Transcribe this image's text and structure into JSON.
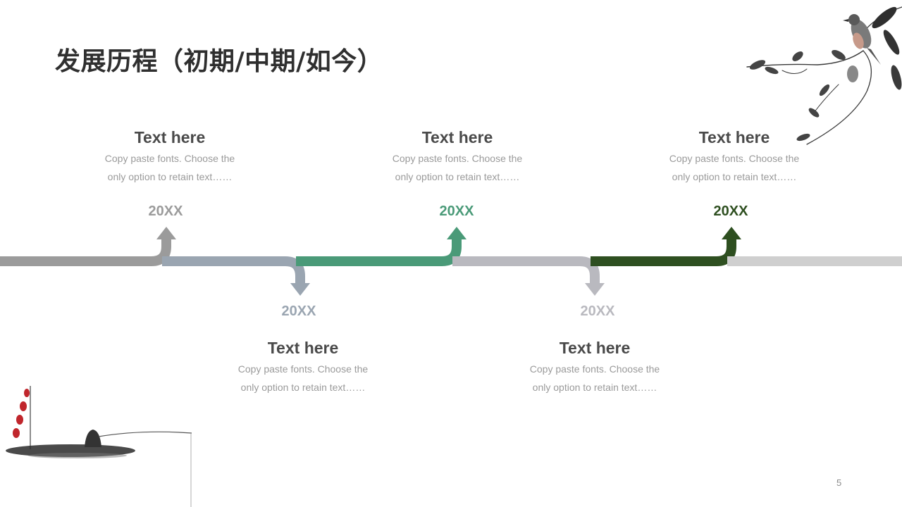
{
  "slide": {
    "title": "发展历程（初期/中期/如今）",
    "page_number": "5"
  },
  "milestones": [
    {
      "year": "20XX",
      "title": "Text here",
      "desc_line1": "Copy paste fonts. Choose the",
      "desc_line2": "only option to retain text……",
      "color": "#9b9b9b"
    },
    {
      "year": "20XX",
      "title": "Text here",
      "desc_line1": "Copy paste fonts. Choose the",
      "desc_line2": "only option to retain text……",
      "color": "#9aa5b1"
    },
    {
      "year": "20XX",
      "title": "Text here",
      "desc_line1": "Copy paste fonts. Choose the",
      "desc_line2": "only option to retain text……",
      "color": "#4a9a78"
    },
    {
      "year": "20XX",
      "title": "Text here",
      "desc_line1": "Copy paste fonts. Choose the",
      "desc_line2": "only option to retain text……",
      "color": "#b9b9bf"
    },
    {
      "year": "20XX",
      "title": "Text here",
      "desc_line1": "Copy paste fonts. Choose the",
      "desc_line2": "only option to retain text……",
      "color": "#2e4f20"
    }
  ],
  "decor": {
    "top_right": "ink-bird-on-branch",
    "bottom_left": "ink-fisherman-boat-with-lanterns"
  }
}
